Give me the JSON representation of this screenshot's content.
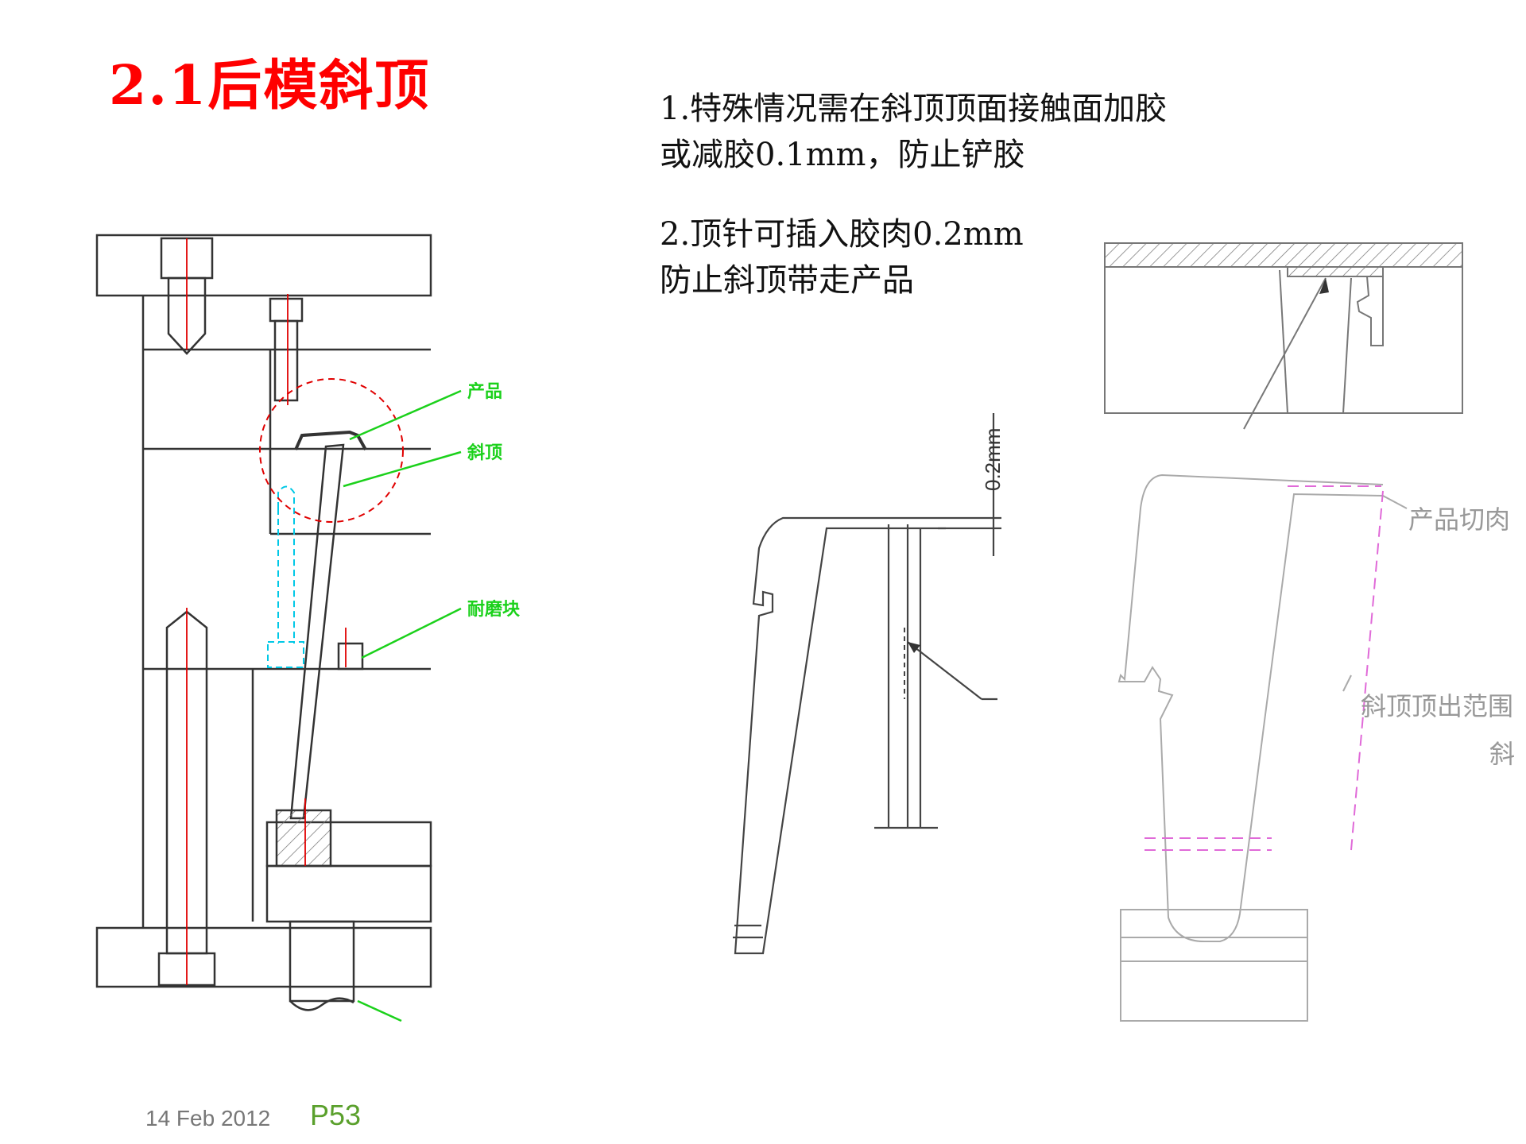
{
  "slide": {
    "title": "2.1后模斜顶",
    "notes": [
      [
        "1.特殊情况需在斜顶顶面接触面加胶",
        "或减胶0.1mm，防止铲胶"
      ],
      [
        "2.顶针可插入胶肉0.2mm",
        "防止斜顶带走产品"
      ]
    ],
    "footer_date": "14 Feb 2012",
    "page_number": "P53"
  },
  "left_drawing": {
    "callouts": [
      "产品",
      "斜顶",
      "耐磨块"
    ]
  },
  "middle_drawing": {
    "dimension": "0.2mm"
  },
  "right_drawing": {
    "callouts": [
      "产品切肉",
      "斜顶顶出范围",
      "斜"
    ]
  },
  "colors": {
    "title": "#ff0000",
    "callout_green": "#1bd11b",
    "centerline_red": "#e00000",
    "hidden_cyan": "#00c8e6",
    "magenta": "#e06ad8"
  }
}
